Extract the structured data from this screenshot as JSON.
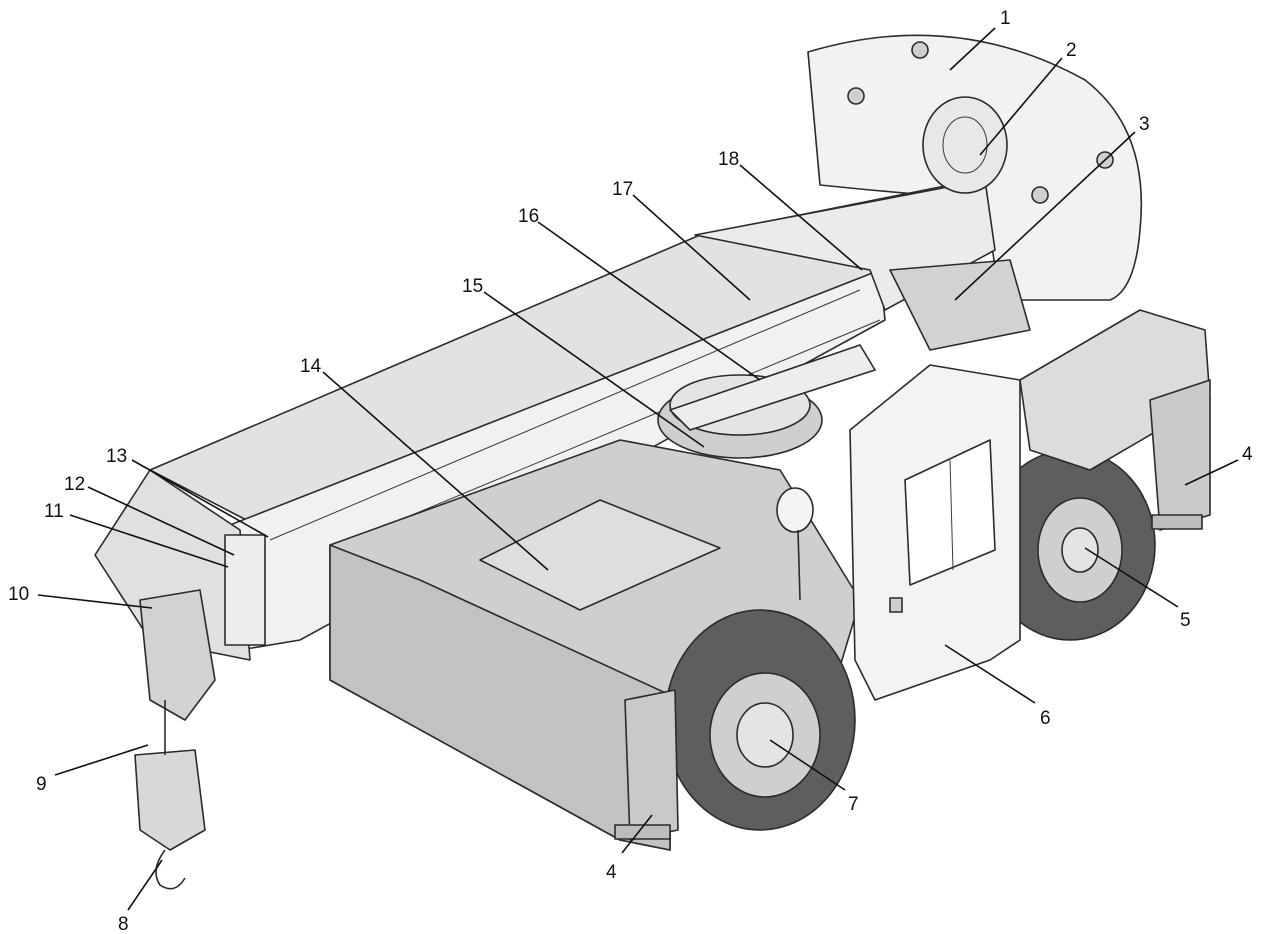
{
  "diagram": {
    "subject": "crane",
    "colors": {
      "body_light": "#f2f2f2",
      "body_mid": "#d4d4d4",
      "body_dark": "#bdbdbd",
      "tire": "#5e5e5e",
      "outline": "#2b2b2b",
      "line": "#111111"
    },
    "callouts": [
      {
        "id": "c1",
        "label": "1"
      },
      {
        "id": "c2",
        "label": "2"
      },
      {
        "id": "c3",
        "label": "3"
      },
      {
        "id": "c4a",
        "label": "4"
      },
      {
        "id": "c5",
        "label": "5"
      },
      {
        "id": "c6",
        "label": "6"
      },
      {
        "id": "c7",
        "label": "7"
      },
      {
        "id": "c4b",
        "label": "4"
      },
      {
        "id": "c8",
        "label": "8"
      },
      {
        "id": "c9",
        "label": "9"
      },
      {
        "id": "c10",
        "label": "10"
      },
      {
        "id": "c11",
        "label": "11"
      },
      {
        "id": "c12",
        "label": "12"
      },
      {
        "id": "c13",
        "label": "13"
      },
      {
        "id": "c14",
        "label": "14"
      },
      {
        "id": "c15",
        "label": "15"
      },
      {
        "id": "c16",
        "label": "16"
      },
      {
        "id": "c17",
        "label": "17"
      },
      {
        "id": "c18",
        "label": "18"
      }
    ]
  }
}
